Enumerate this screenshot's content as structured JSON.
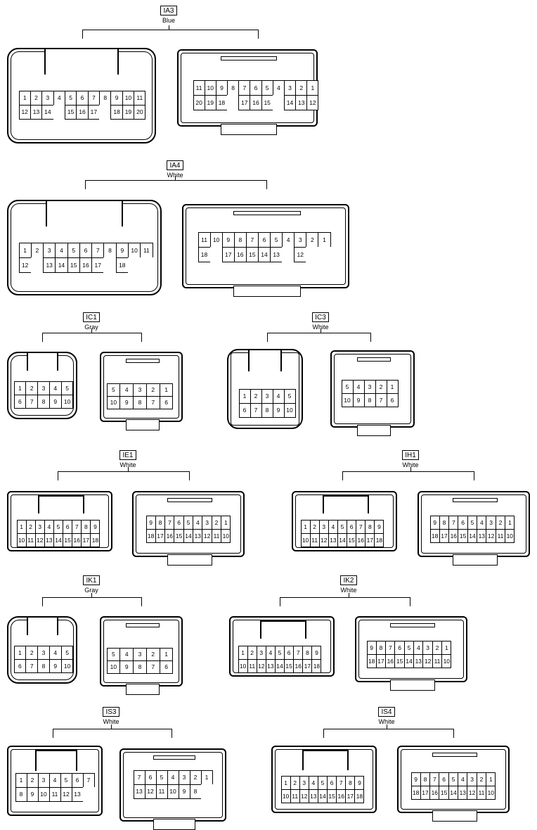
{
  "connectors": [
    {
      "id": "IA3",
      "color": "Blue",
      "female": {
        "rows": [
          [
            "1",
            "2",
            "3",
            "4",
            "5",
            "6",
            "7",
            "8",
            "9",
            "10",
            "11"
          ],
          [
            "12",
            "13",
            "14",
            "",
            "15",
            "16",
            "17",
            "",
            "18",
            "19",
            "20"
          ]
        ]
      },
      "male": {
        "rows": [
          [
            "11",
            "10",
            "9",
            "8",
            "7",
            "6",
            "5",
            "4",
            "3",
            "2",
            "1"
          ],
          [
            "20",
            "19",
            "18",
            "",
            "17",
            "16",
            "15",
            "",
            "14",
            "13",
            "12"
          ]
        ]
      }
    },
    {
      "id": "IA4",
      "color": "White",
      "female": {
        "rows": [
          [
            "1",
            "2",
            "3",
            "4",
            "5",
            "6",
            "7",
            "8",
            "9",
            "10",
            "11"
          ],
          [
            "12",
            "",
            "13",
            "14",
            "15",
            "16",
            "17",
            "",
            "18"
          ]
        ]
      },
      "male": {
        "rows": [
          [
            "11",
            "10",
            "9",
            "8",
            "7",
            "6",
            "5",
            "4",
            "3",
            "2",
            "1"
          ],
          [
            "18",
            "",
            "17",
            "16",
            "15",
            "14",
            "13",
            "",
            "12"
          ]
        ]
      }
    },
    {
      "id": "IC1",
      "color": "Gray",
      "female": {
        "rows": [
          [
            "1",
            "2",
            "3",
            "4",
            "5"
          ],
          [
            "6",
            "7",
            "8",
            "9",
            "10"
          ]
        ]
      },
      "male": {
        "rows": [
          [
            "5",
            "4",
            "3",
            "2",
            "1"
          ],
          [
            "10",
            "9",
            "8",
            "7",
            "6"
          ]
        ]
      }
    },
    {
      "id": "IC3",
      "color": "White",
      "female": {
        "rows": [
          [
            "1",
            "2",
            "3",
            "4",
            "5"
          ],
          [
            "6",
            "7",
            "8",
            "9",
            "10"
          ]
        ]
      },
      "male": {
        "rows": [
          [
            "5",
            "4",
            "3",
            "2",
            "1"
          ],
          [
            "10",
            "9",
            "8",
            "7",
            "6"
          ]
        ]
      }
    },
    {
      "id": "IE1",
      "color": "White",
      "female": {
        "rows": [
          [
            "1",
            "2",
            "3",
            "4",
            "5",
            "6",
            "7",
            "8",
            "9"
          ],
          [
            "10",
            "11",
            "12",
            "13",
            "14",
            "15",
            "16",
            "17",
            "18"
          ]
        ]
      },
      "male": {
        "rows": [
          [
            "9",
            "8",
            "7",
            "6",
            "5",
            "4",
            "3",
            "2",
            "1"
          ],
          [
            "18",
            "17",
            "16",
            "15",
            "14",
            "13",
            "12",
            "11",
            "10"
          ]
        ]
      }
    },
    {
      "id": "IH1",
      "color": "White",
      "female": {
        "rows": [
          [
            "1",
            "2",
            "3",
            "4",
            "5",
            "6",
            "7",
            "8",
            "9"
          ],
          [
            "10",
            "11",
            "12",
            "13",
            "14",
            "15",
            "16",
            "17",
            "18"
          ]
        ]
      },
      "male": {
        "rows": [
          [
            "9",
            "8",
            "7",
            "6",
            "5",
            "4",
            "3",
            "2",
            "1"
          ],
          [
            "18",
            "17",
            "16",
            "15",
            "14",
            "13",
            "12",
            "11",
            "10"
          ]
        ]
      }
    },
    {
      "id": "IK1",
      "color": "Gray",
      "female": {
        "rows": [
          [
            "1",
            "2",
            "3",
            "4",
            "5"
          ],
          [
            "6",
            "7",
            "8",
            "9",
            "10"
          ]
        ]
      },
      "male": {
        "rows": [
          [
            "5",
            "4",
            "3",
            "2",
            "1"
          ],
          [
            "10",
            "9",
            "8",
            "7",
            "6"
          ]
        ]
      }
    },
    {
      "id": "IK2",
      "color": "White",
      "female": {
        "rows": [
          [
            "1",
            "2",
            "3",
            "4",
            "5",
            "6",
            "7",
            "8",
            "9"
          ],
          [
            "10",
            "11",
            "12",
            "13",
            "14",
            "15",
            "16",
            "17",
            "18"
          ]
        ]
      },
      "male": {
        "rows": [
          [
            "9",
            "8",
            "7",
            "6",
            "5",
            "4",
            "3",
            "2",
            "1"
          ],
          [
            "18",
            "17",
            "16",
            "15",
            "14",
            "13",
            "12",
            "11",
            "10"
          ]
        ]
      }
    },
    {
      "id": "IS3",
      "color": "White",
      "female": {
        "rows": [
          [
            "1",
            "2",
            "3",
            "4",
            "5",
            "6",
            "7"
          ],
          [
            "8",
            "9",
            "10",
            "11",
            "12",
            "13"
          ]
        ]
      },
      "male": {
        "rows": [
          [
            "7",
            "6",
            "5",
            "4",
            "3",
            "2",
            "1"
          ],
          [
            "13",
            "12",
            "11",
            "10",
            "9",
            "8"
          ]
        ]
      }
    },
    {
      "id": "IS4",
      "color": "White",
      "female": {
        "rows": [
          [
            "1",
            "2",
            "3",
            "4",
            "5",
            "6",
            "7",
            "8",
            "9"
          ],
          [
            "10",
            "11",
            "12",
            "13",
            "14",
            "15",
            "16",
            "17",
            "18"
          ]
        ]
      },
      "male": {
        "rows": [
          [
            "9",
            "8",
            "7",
            "6",
            "5",
            "4",
            "3",
            "2",
            "1"
          ],
          [
            "18",
            "17",
            "16",
            "15",
            "14",
            "13",
            "12",
            "11",
            "10"
          ]
        ]
      }
    }
  ]
}
